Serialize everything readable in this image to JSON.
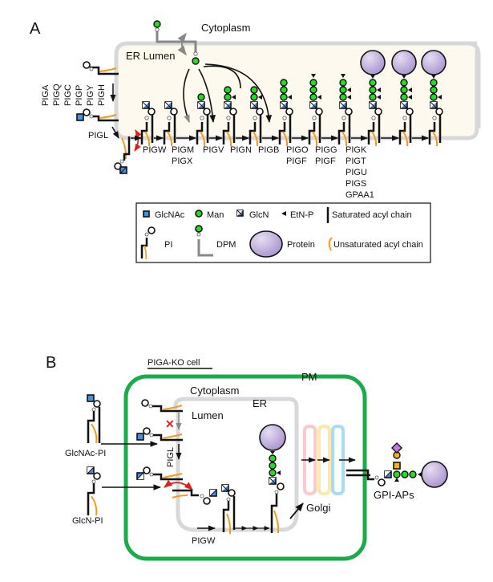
{
  "panel_a": {
    "letter": "A",
    "compartments": {
      "cytoplasm": "Cytoplasm",
      "er_lumen": "ER Lumen"
    },
    "early_enzymes": [
      "PIGA",
      "PIGQ",
      "PIGC",
      "PIGP",
      "PIGY",
      "PIGH"
    ],
    "pigl": "PIGL",
    "steps": [
      {
        "id": "pigw",
        "lines": [
          "PIGW"
        ]
      },
      {
        "id": "pigm",
        "lines": [
          "PIGM",
          "PIGX"
        ]
      },
      {
        "id": "pigv",
        "lines": [
          "PIGV"
        ]
      },
      {
        "id": "pign",
        "lines": [
          "PIGN"
        ]
      },
      {
        "id": "pigb",
        "lines": [
          "PIGB"
        ]
      },
      {
        "id": "pigo",
        "lines": [
          "PIGO",
          "PIGF"
        ]
      },
      {
        "id": "pigg",
        "lines": [
          "PIGG",
          "PIGF"
        ]
      },
      {
        "id": "pigk",
        "lines": [
          "PIGK",
          "PIGT",
          "PIGU",
          "PIGS",
          "GPAA1"
        ]
      }
    ]
  },
  "legend": {
    "glcnac": "GlcNAc",
    "man": "Man",
    "glcn": "GlcN",
    "etnp": "EtN-P",
    "saturated": "Saturated acyl chain",
    "pi": "PI",
    "dpm": "DPM",
    "protein": "Protein",
    "unsaturated": "Unsaturated acyl chain"
  },
  "panel_b": {
    "letter": "B",
    "title": "PIGA-KO cell",
    "pm": "PM",
    "cytoplasm": "Cytoplasm",
    "er": "ER",
    "lumen": "Lumen",
    "pigl": "PIGL",
    "pigw": "PIGW",
    "golgi": "Golgi",
    "glcnac_pi": "GlcNAc-PI",
    "glcn_pi": "GlcN-PI",
    "gpi_aps": "GPI-APs"
  },
  "colors": {
    "glcnac": "#4a90e2",
    "man": "#22dd22",
    "unsaturated": "#f39a1e",
    "protein": "#c7b6e0",
    "er_fill": "#fdf9ee",
    "er_border": "#d8d8d8",
    "pm": "#1aac4a",
    "golgi1": "#ffc9c9",
    "golgi2": "#fde9a8",
    "golgi3": "#a8dcf5",
    "red": "#e0201a"
  }
}
